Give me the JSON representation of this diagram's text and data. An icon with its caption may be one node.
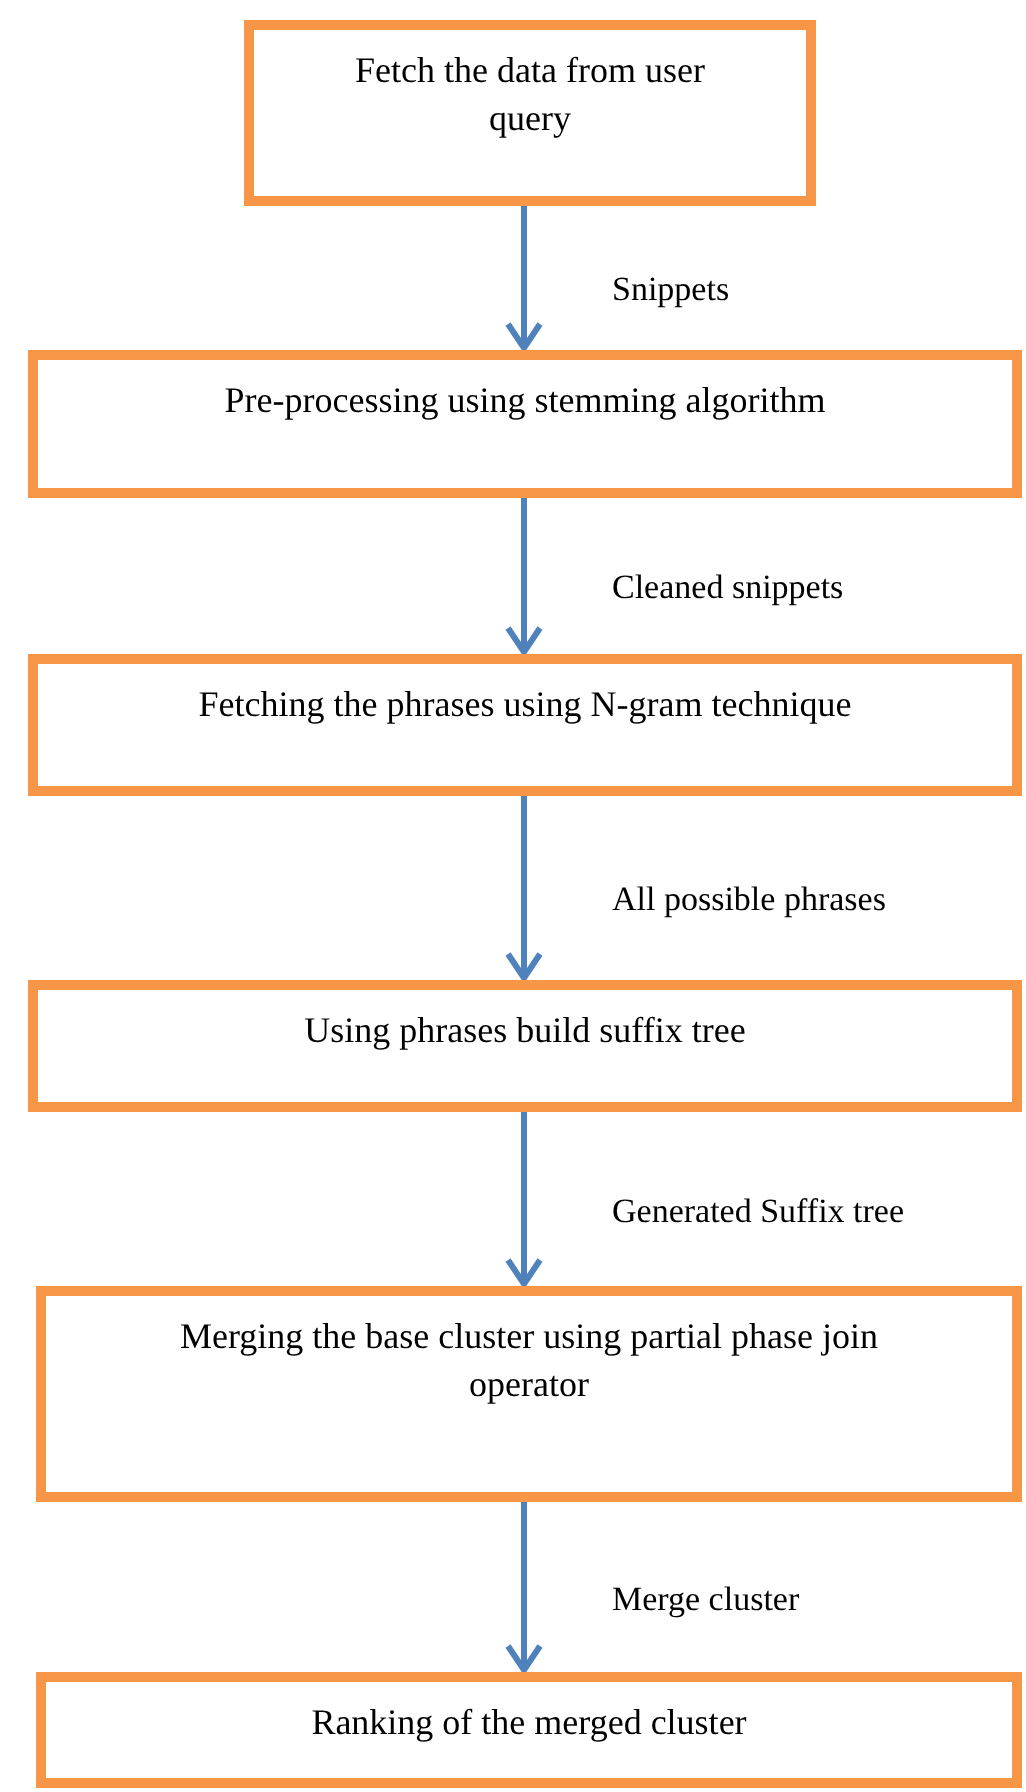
{
  "diagram": {
    "nodes": [
      {
        "text": [
          "Fetch the data from user query"
        ]
      },
      {
        "text": [
          "Pre-processing using stemming algorithm"
        ]
      },
      {
        "text": [
          "Fetching the phrases using N-gram technique"
        ]
      },
      {
        "text": [
          "Using phrases build suffix tree"
        ]
      },
      {
        "text": [
          "Merging the base cluster using partial phase join operator"
        ]
      },
      {
        "text": [
          "Ranking of the merged cluster"
        ]
      }
    ],
    "edges": [
      {
        "from": 0,
        "to": 1,
        "arrow": "to",
        "label": "Snippets"
      },
      {
        "from": 1,
        "to": 2,
        "arrow": "to",
        "label": "Cleaned snippets"
      },
      {
        "from": 2,
        "to": 3,
        "arrow": "to",
        "label": "All possible phrases"
      },
      {
        "from": 3,
        "to": 4,
        "arrow": "to",
        "label": "Generated Suffix tree"
      },
      {
        "from": 4,
        "to": 5,
        "arrow": "to",
        "label": "Merge cluster"
      }
    ]
  }
}
